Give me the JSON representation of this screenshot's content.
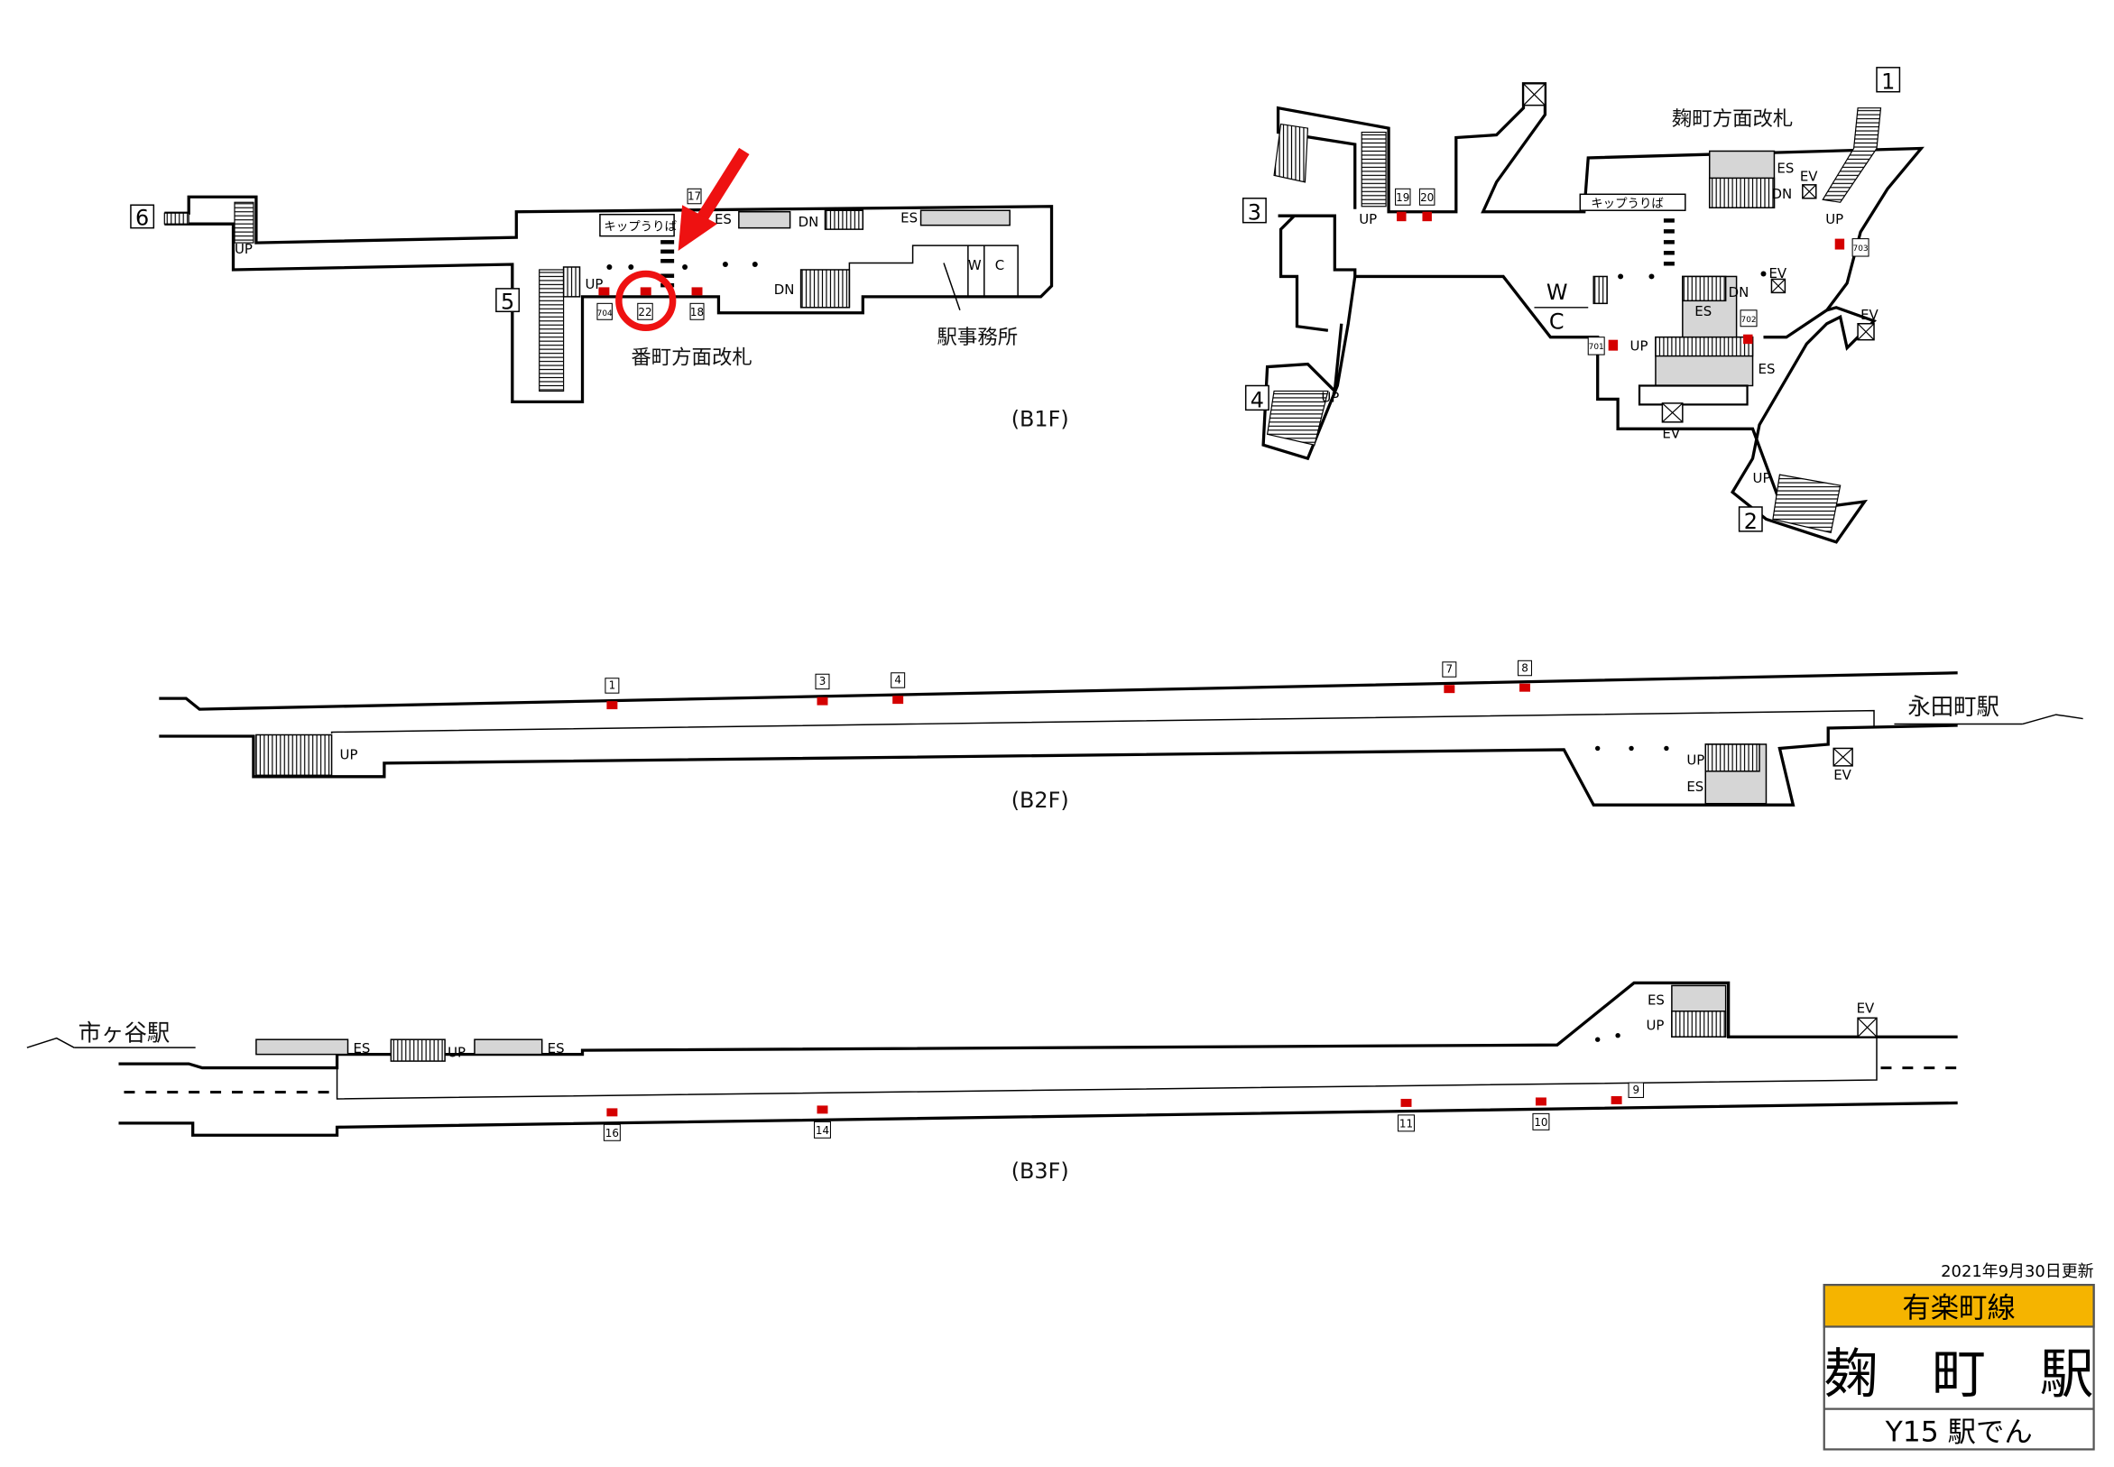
{
  "floors": {
    "b1f": {
      "label": "(B1F)",
      "west_gate": "番町方面改札",
      "east_gate": "麹町方面改札",
      "ticket_west": "キップうりば",
      "ticket_east": "キップうりば",
      "station_office": "駅事務所",
      "toilet_w": "W",
      "toilet_c": "C",
      "exits": [
        "1",
        "2",
        "3",
        "4",
        "5",
        "6"
      ],
      "signs": {
        "up": "UP",
        "dn": "DN",
        "es": "ES",
        "ev": "EV"
      },
      "locations_west": [
        "17",
        "704",
        "22",
        "18"
      ],
      "locations_east": [
        "19",
        "20",
        "703",
        "702",
        "701"
      ],
      "highlighted_location": "22"
    },
    "b2f": {
      "label": "(B2F)",
      "adjacent_station": "永田町駅",
      "locations": [
        "1",
        "3",
        "4",
        "7",
        "8"
      ],
      "signs": {
        "up": "UP",
        "es": "ES",
        "ev": "EV"
      }
    },
    "b3f": {
      "label": "(B3F)",
      "adjacent_station": "市ヶ谷駅",
      "locations": [
        "16",
        "14",
        "11",
        "10",
        "9"
      ],
      "signs": {
        "up": "UP",
        "es": "ES",
        "ev": "EV"
      }
    }
  },
  "badge": {
    "updated": "2021年9月30日更新",
    "line": "有楽町線",
    "station": "麹　町　駅",
    "footer": "Y15 駅でん",
    "line_color": "#f5b400"
  },
  "colors": {
    "highlight": "#ee1111",
    "location_marker": "#d40000"
  }
}
